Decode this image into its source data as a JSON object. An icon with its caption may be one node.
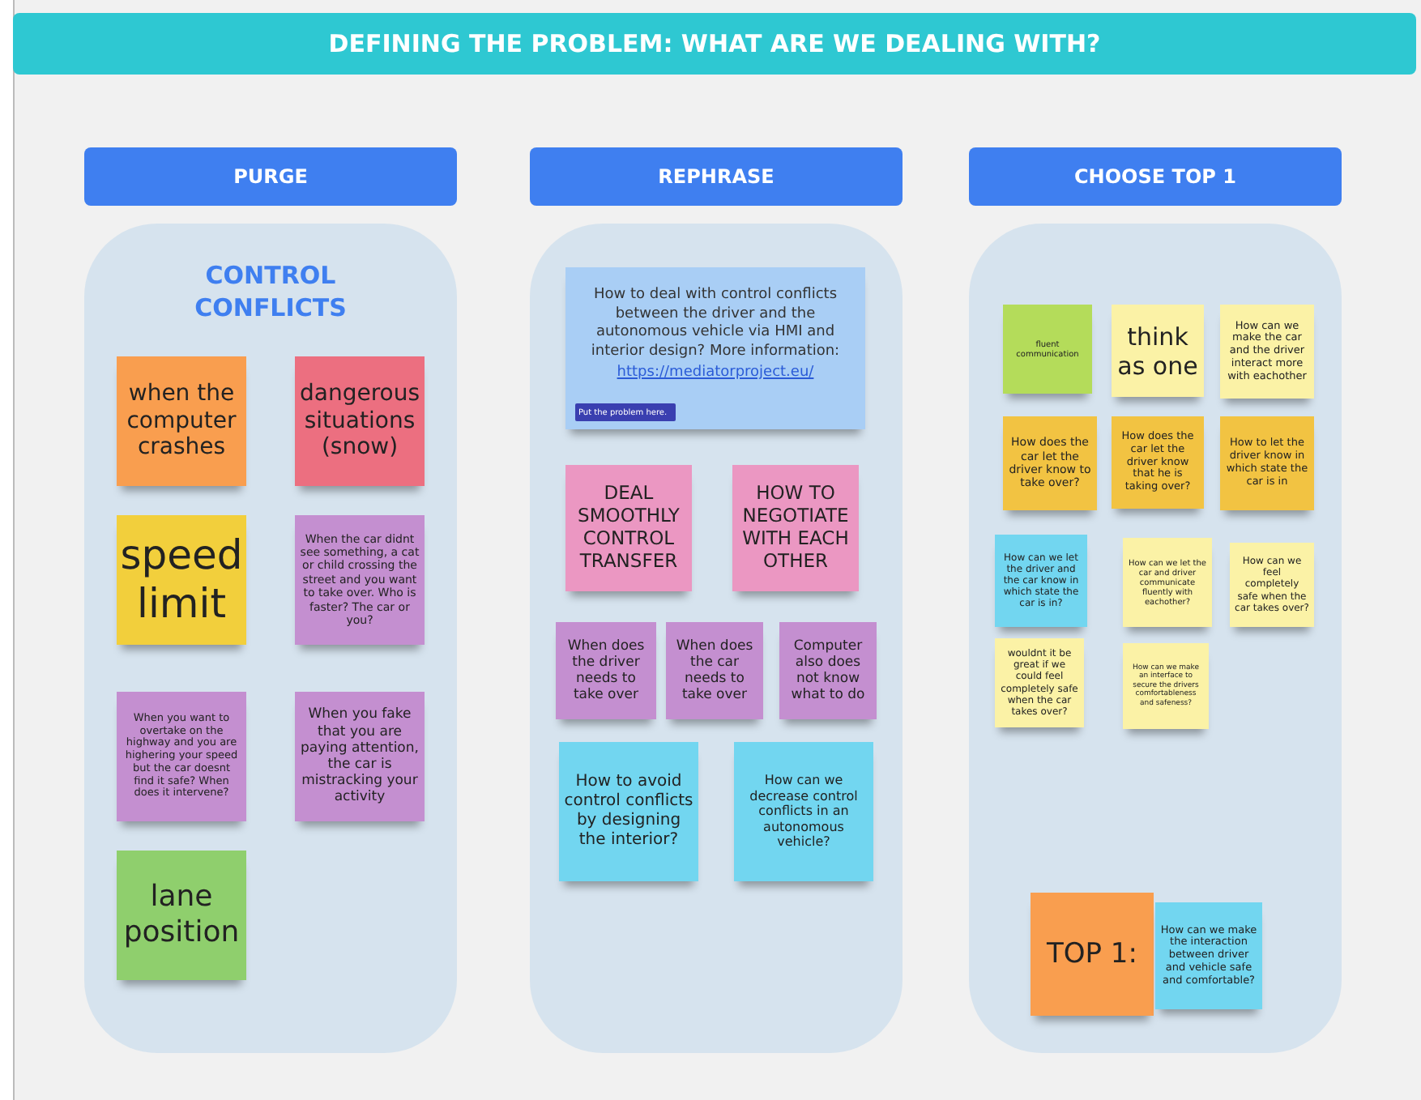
{
  "diagram": {
    "title": "DEFINING THE PROBLEM: WHAT ARE WE DEALING WITH?",
    "nodes": [
      {
        "text": [
          "PURGE"
        ]
      },
      {
        "text": [
          "REPHRASE"
        ]
      },
      {
        "text": [
          "CHOOSE TOP 1"
        ]
      },
      {
        "text": [
          "CONTROL CONFLICTS"
        ]
      },
      {
        "text": [
          "when the computer crashes"
        ],
        "in": 3
      },
      {
        "text": [
          "dangerous situations (snow)"
        ],
        "in": 3
      },
      {
        "text": [
          "speed limit"
        ],
        "in": 3
      },
      {
        "text": [
          "When the car didnt see something, a cat or child crossing the street and you want to take over. Who is faster? The car or you?"
        ],
        "in": 3
      },
      {
        "text": [
          "When you want to overtake on the highway and you are highering your speed but the car doesnt find it safe? When does it intervene?"
        ],
        "in": 3
      },
      {
        "text": [
          "When you fake that you are paying attention, the car is mistracking your activity"
        ],
        "in": 3
      },
      {
        "text": [
          "lane position"
        ],
        "in": 3
      },
      {
        "text": [],
        "shape": "box"
      },
      {
        "text": [
          "How to deal with control conflicts between the driver and the autonomous vehicle via HMI and interior design? More information:",
          "https://mediatorproject.eu/"
        ],
        "in": 11
      },
      {
        "text": [
          "Put the problem here."
        ],
        "in": 12
      },
      {
        "text": [
          "DEAL SMOOTHLY CONTROL TRANSFER"
        ],
        "in": 11
      },
      {
        "text": [
          "HOW TO NEGOTIATE WITH EACH OTHER"
        ],
        "in": 11
      },
      {
        "text": [
          "When does the driver needs to take over"
        ],
        "in": 11
      },
      {
        "text": [
          "When does the car needs to take over"
        ],
        "in": 11
      },
      {
        "text": [
          "Computer also does not know what to do"
        ],
        "in": 11
      },
      {
        "text": [
          "How to avoid control conflicts by designing the interior?"
        ],
        "in": 11
      },
      {
        "text": [
          "How can we decrease control conflicts in an autonomous vehicle?"
        ],
        "in": 11
      },
      {
        "text": [],
        "shape": "box"
      },
      {
        "text": [
          "fluent communication"
        ],
        "in": 21
      },
      {
        "text": [
          "think as one"
        ],
        "in": 21
      },
      {
        "text": [
          "How can we make the car and the driver interact more with eachother"
        ],
        "in": 21
      },
      {
        "text": [
          "How does the car let the driver know to take over?"
        ],
        "in": 21
      },
      {
        "text": [
          "How does the car let the driver know that he is taking over?"
        ],
        "in": 21
      },
      {
        "text": [
          "How to let the driver know in which state the car is in"
        ],
        "in": 21
      },
      {
        "text": [
          "How can we let the driver and the car know in which state the car is in?"
        ],
        "in": 21
      },
      {
        "text": [
          "How can we let the car and driver communicate fluently with eachother?"
        ],
        "in": 21
      },
      {
        "text": [
          "How can we feel completely safe when the car takes over?"
        ],
        "in": 21
      },
      {
        "text": [
          "wouldnt it be great if we could feel completely safe when the car takes over?"
        ],
        "in": 21
      },
      {
        "text": [
          "How can we make an interface to secure the drivers comfortableness and safeness?"
        ],
        "in": 21
      },
      {
        "text": [
          "TOP 1:"
        ],
        "in": 21
      },
      {
        "text": [
          "How can we make the interaction between driver and vehicle safe and comfortable?"
        ],
        "in": 21
      }
    ],
    "edges": []
  }
}
